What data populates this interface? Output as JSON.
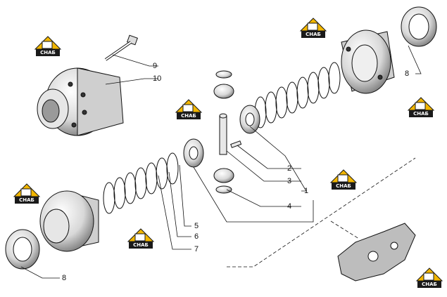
{
  "callouts": {
    "c1": "1",
    "c2": "2",
    "c3": "3",
    "c4": "4",
    "c5": "5",
    "c6": "6",
    "c7": "7",
    "c8a": "8",
    "c8b": "8",
    "c9": "9",
    "c10": "10"
  },
  "watermark": {
    "mark": "H3",
    "text": "CHAБ",
    "color_roof": "#f2b600",
    "color_dark": "#1a1a1a"
  },
  "colors": {
    "line": "#111111",
    "shade": "#777777"
  }
}
